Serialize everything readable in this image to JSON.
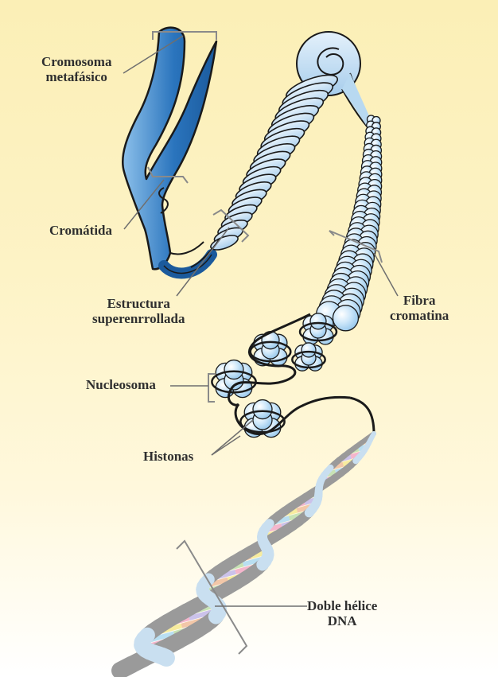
{
  "labels": {
    "cromosoma": [
      "Cromosoma",
      "metafásico"
    ],
    "cromatida": "Cromátida",
    "estructura": [
      "Estructura",
      "superenrrollada"
    ],
    "fibra": [
      "Fibra",
      "cromatina"
    ],
    "nucleosoma": "Nucleosoma",
    "histonas": "Histonas",
    "doble": [
      "Doble hélice",
      "DNA"
    ]
  },
  "colors": {
    "background_top": "#fbefb6",
    "background_bottom": "#ffffff",
    "chromosome_blue": "#1f64a8",
    "chromosome_light": "#8cc0ea",
    "supercoil": "#b8d9f1",
    "bead": "#bfe0f7",
    "outline": "#1a1a1a",
    "dna_backbone_front": "#c9dff0",
    "dna_backbone_back": "#9a9a9a",
    "leader_line": "#6f6f6f"
  }
}
